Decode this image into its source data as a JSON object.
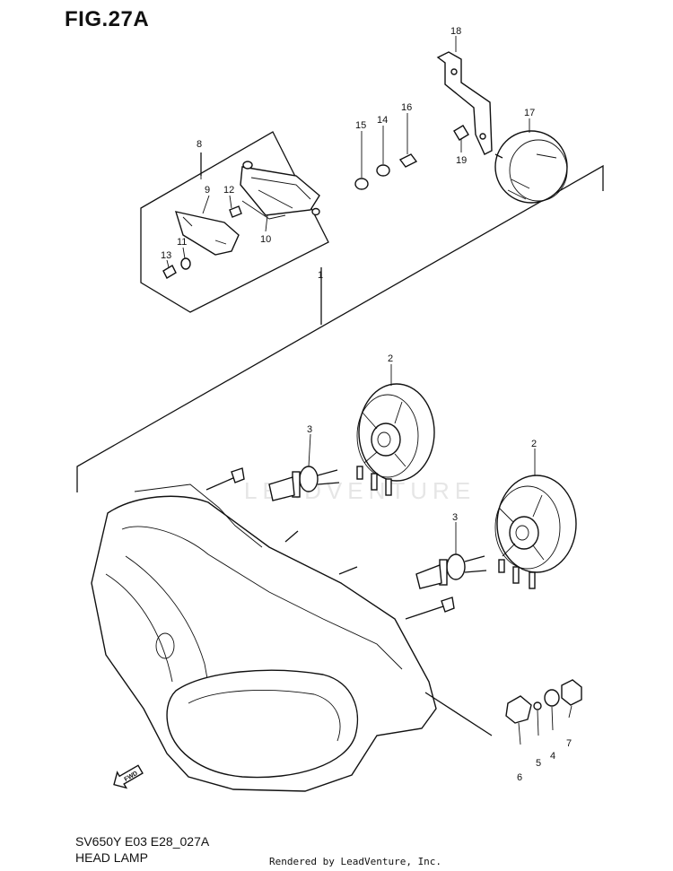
{
  "figure": {
    "title": "FIG.27A",
    "model_code": "SV650Y E03 E28_027A",
    "section_name": "HEAD LAMP",
    "credit": "Rendered by LeadVenture, Inc.",
    "watermark": "LEADVENTURE"
  },
  "direction_marker": {
    "label": "FWD"
  },
  "callouts": [
    {
      "id": "1",
      "label": "1"
    },
    {
      "id": "2a",
      "label": "2"
    },
    {
      "id": "2b",
      "label": "2"
    },
    {
      "id": "3a",
      "label": "3"
    },
    {
      "id": "3b",
      "label": "3"
    },
    {
      "id": "4",
      "label": "4"
    },
    {
      "id": "5",
      "label": "5"
    },
    {
      "id": "6",
      "label": "6"
    },
    {
      "id": "7",
      "label": "7"
    },
    {
      "id": "8",
      "label": "8"
    },
    {
      "id": "9",
      "label": "9"
    },
    {
      "id": "10",
      "label": "10"
    },
    {
      "id": "11",
      "label": "11"
    },
    {
      "id": "12",
      "label": "12"
    },
    {
      "id": "13",
      "label": "13"
    },
    {
      "id": "14",
      "label": "14"
    },
    {
      "id": "15",
      "label": "15"
    },
    {
      "id": "16",
      "label": "16"
    },
    {
      "id": "17",
      "label": "17"
    },
    {
      "id": "18",
      "label": "18"
    },
    {
      "id": "19",
      "label": "19"
    }
  ]
}
